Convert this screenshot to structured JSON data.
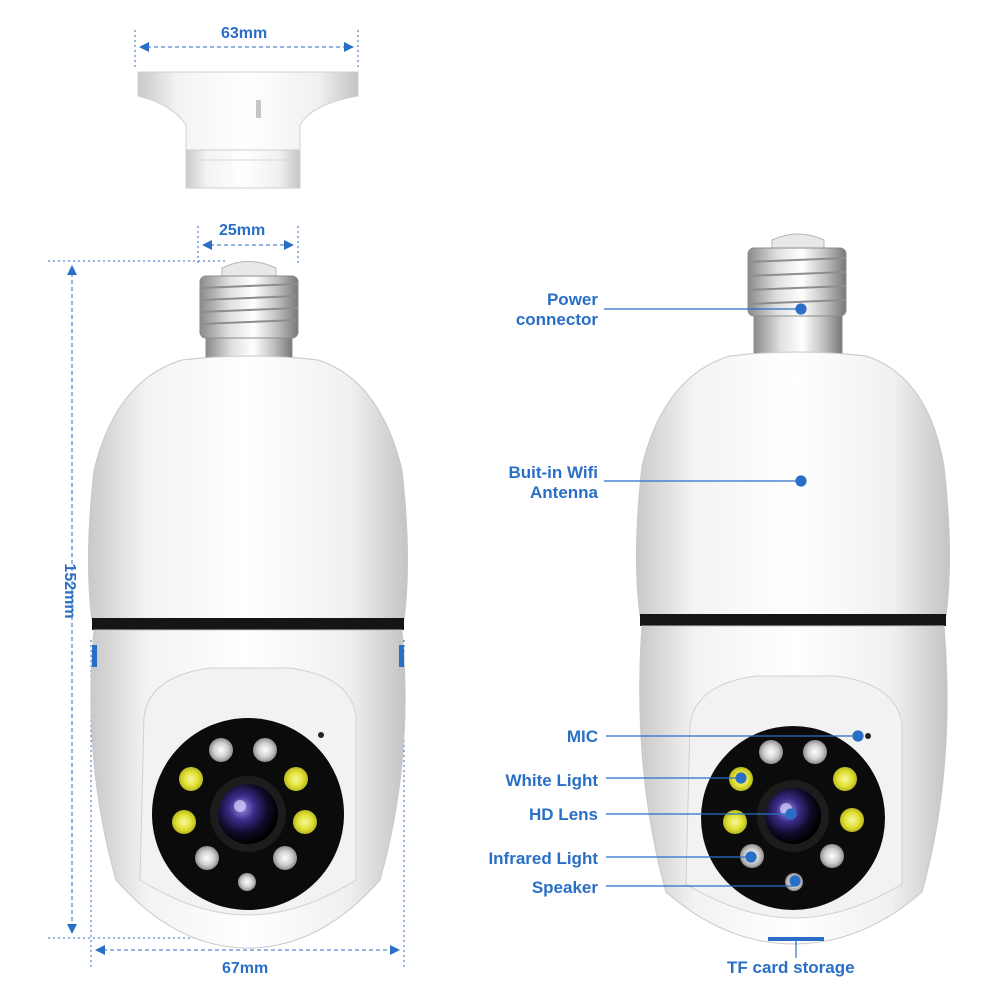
{
  "dimensions": {
    "top_width": "63mm",
    "base_width": "25mm",
    "height": "152mm",
    "body_width": "67mm"
  },
  "callouts": {
    "power_connector_l1": "Power",
    "power_connector_l2": "connector",
    "wifi_l1": "Buit-in Wifi",
    "wifi_l2": "Antenna",
    "mic": "MIC",
    "white_light": "White Light",
    "hd_lens": "HD Lens",
    "infrared_light": "Infrared Light",
    "speaker": "Speaker",
    "tf_card": "TF card storage"
  },
  "colors": {
    "accent": "#2a6fc6",
    "white_led": "#e8e84a",
    "ir_led": "#d6d6d6",
    "lens_ring": "#1a1a1a"
  }
}
